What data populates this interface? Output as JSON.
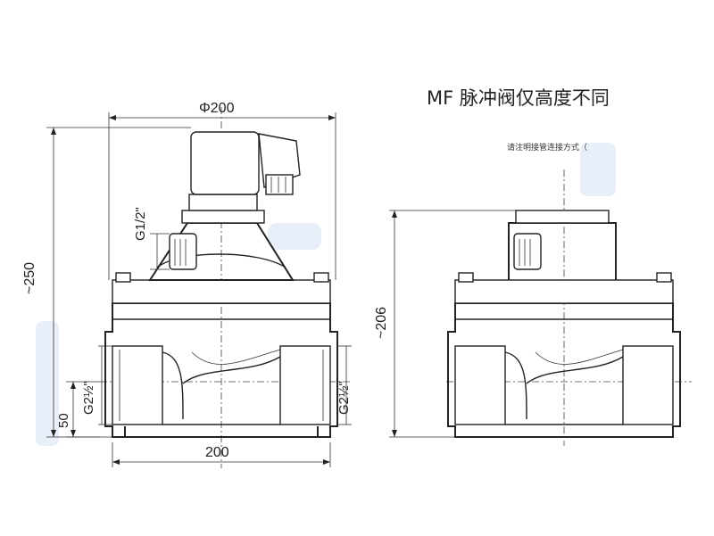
{
  "title": "MF 脉冲阀仅高度不同",
  "note": "请注明接管连接方式（",
  "dims": {
    "top_width": "Φ200",
    "height_left": "~250",
    "pilot_thread": "G1/2\"",
    "port_left": "G2½\"",
    "port_right": "G2½\"",
    "axis_height": "50",
    "base_width": "200",
    "height_right": "~206"
  },
  "colors": {
    "line": "#222222",
    "watermark": "#bcd0ea"
  }
}
